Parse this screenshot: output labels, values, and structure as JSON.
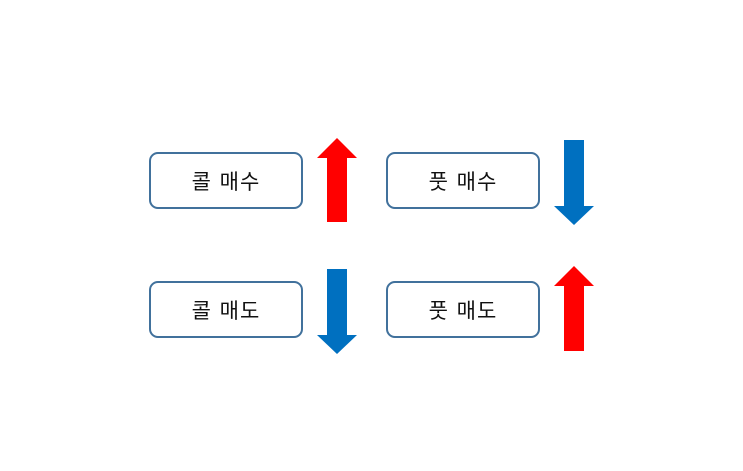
{
  "colors": {
    "up": "#ff0000",
    "down": "#0070c0",
    "box_border": "#41719c"
  },
  "items": [
    {
      "label": "콜 매수",
      "direction": "up"
    },
    {
      "label": "풋 매수",
      "direction": "down"
    },
    {
      "label": "콜 매도",
      "direction": "down"
    },
    {
      "label": "풋 매도",
      "direction": "up"
    }
  ]
}
